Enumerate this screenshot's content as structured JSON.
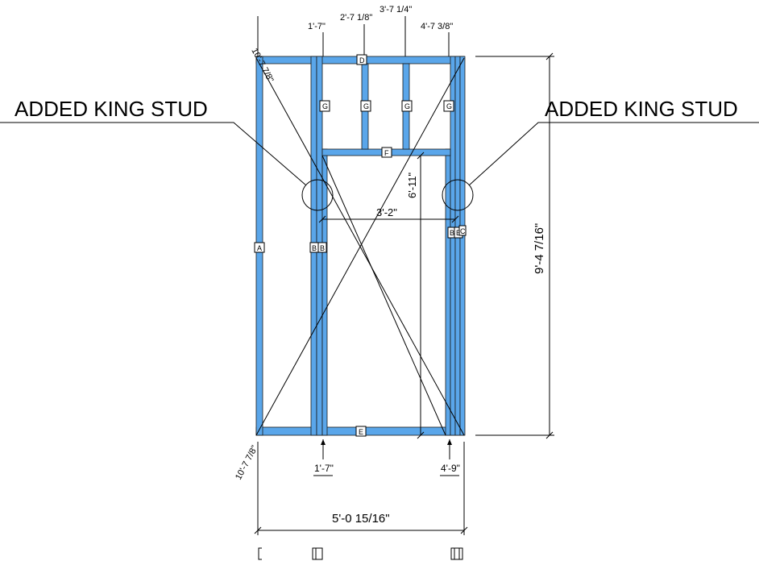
{
  "colors": {
    "stud_fill": "#5aa6ea",
    "line": "#000000",
    "background": "#ffffff"
  },
  "callouts": {
    "left": "ADDED KING STUD",
    "right": "ADDED KING STUD"
  },
  "dimensions": {
    "top_1": "1'-7\"",
    "top_2": "2'-7 1/8\"",
    "top_3": "3'-7 1/4\"",
    "top_4": "4'-7 3/8\"",
    "diag_top": "10'-7 7/8\"",
    "diag_bottom": "10'-7 7/8\"",
    "header_height": "6'-11\"",
    "opening_width": "3'-2\"",
    "overall_height": "9'-4 7/16\"",
    "bottom_1": "1'-7\"",
    "bottom_2": "4'-9\"",
    "overall_width": "5'-0 15/16\""
  },
  "tags": {
    "A": "A",
    "B1": "B",
    "B2": "B",
    "B3": "B",
    "B4": "B",
    "C": "C",
    "D": "D",
    "E": "E",
    "F": "F",
    "G1": "G",
    "G2": "G",
    "G3": "G",
    "G4": "G"
  }
}
